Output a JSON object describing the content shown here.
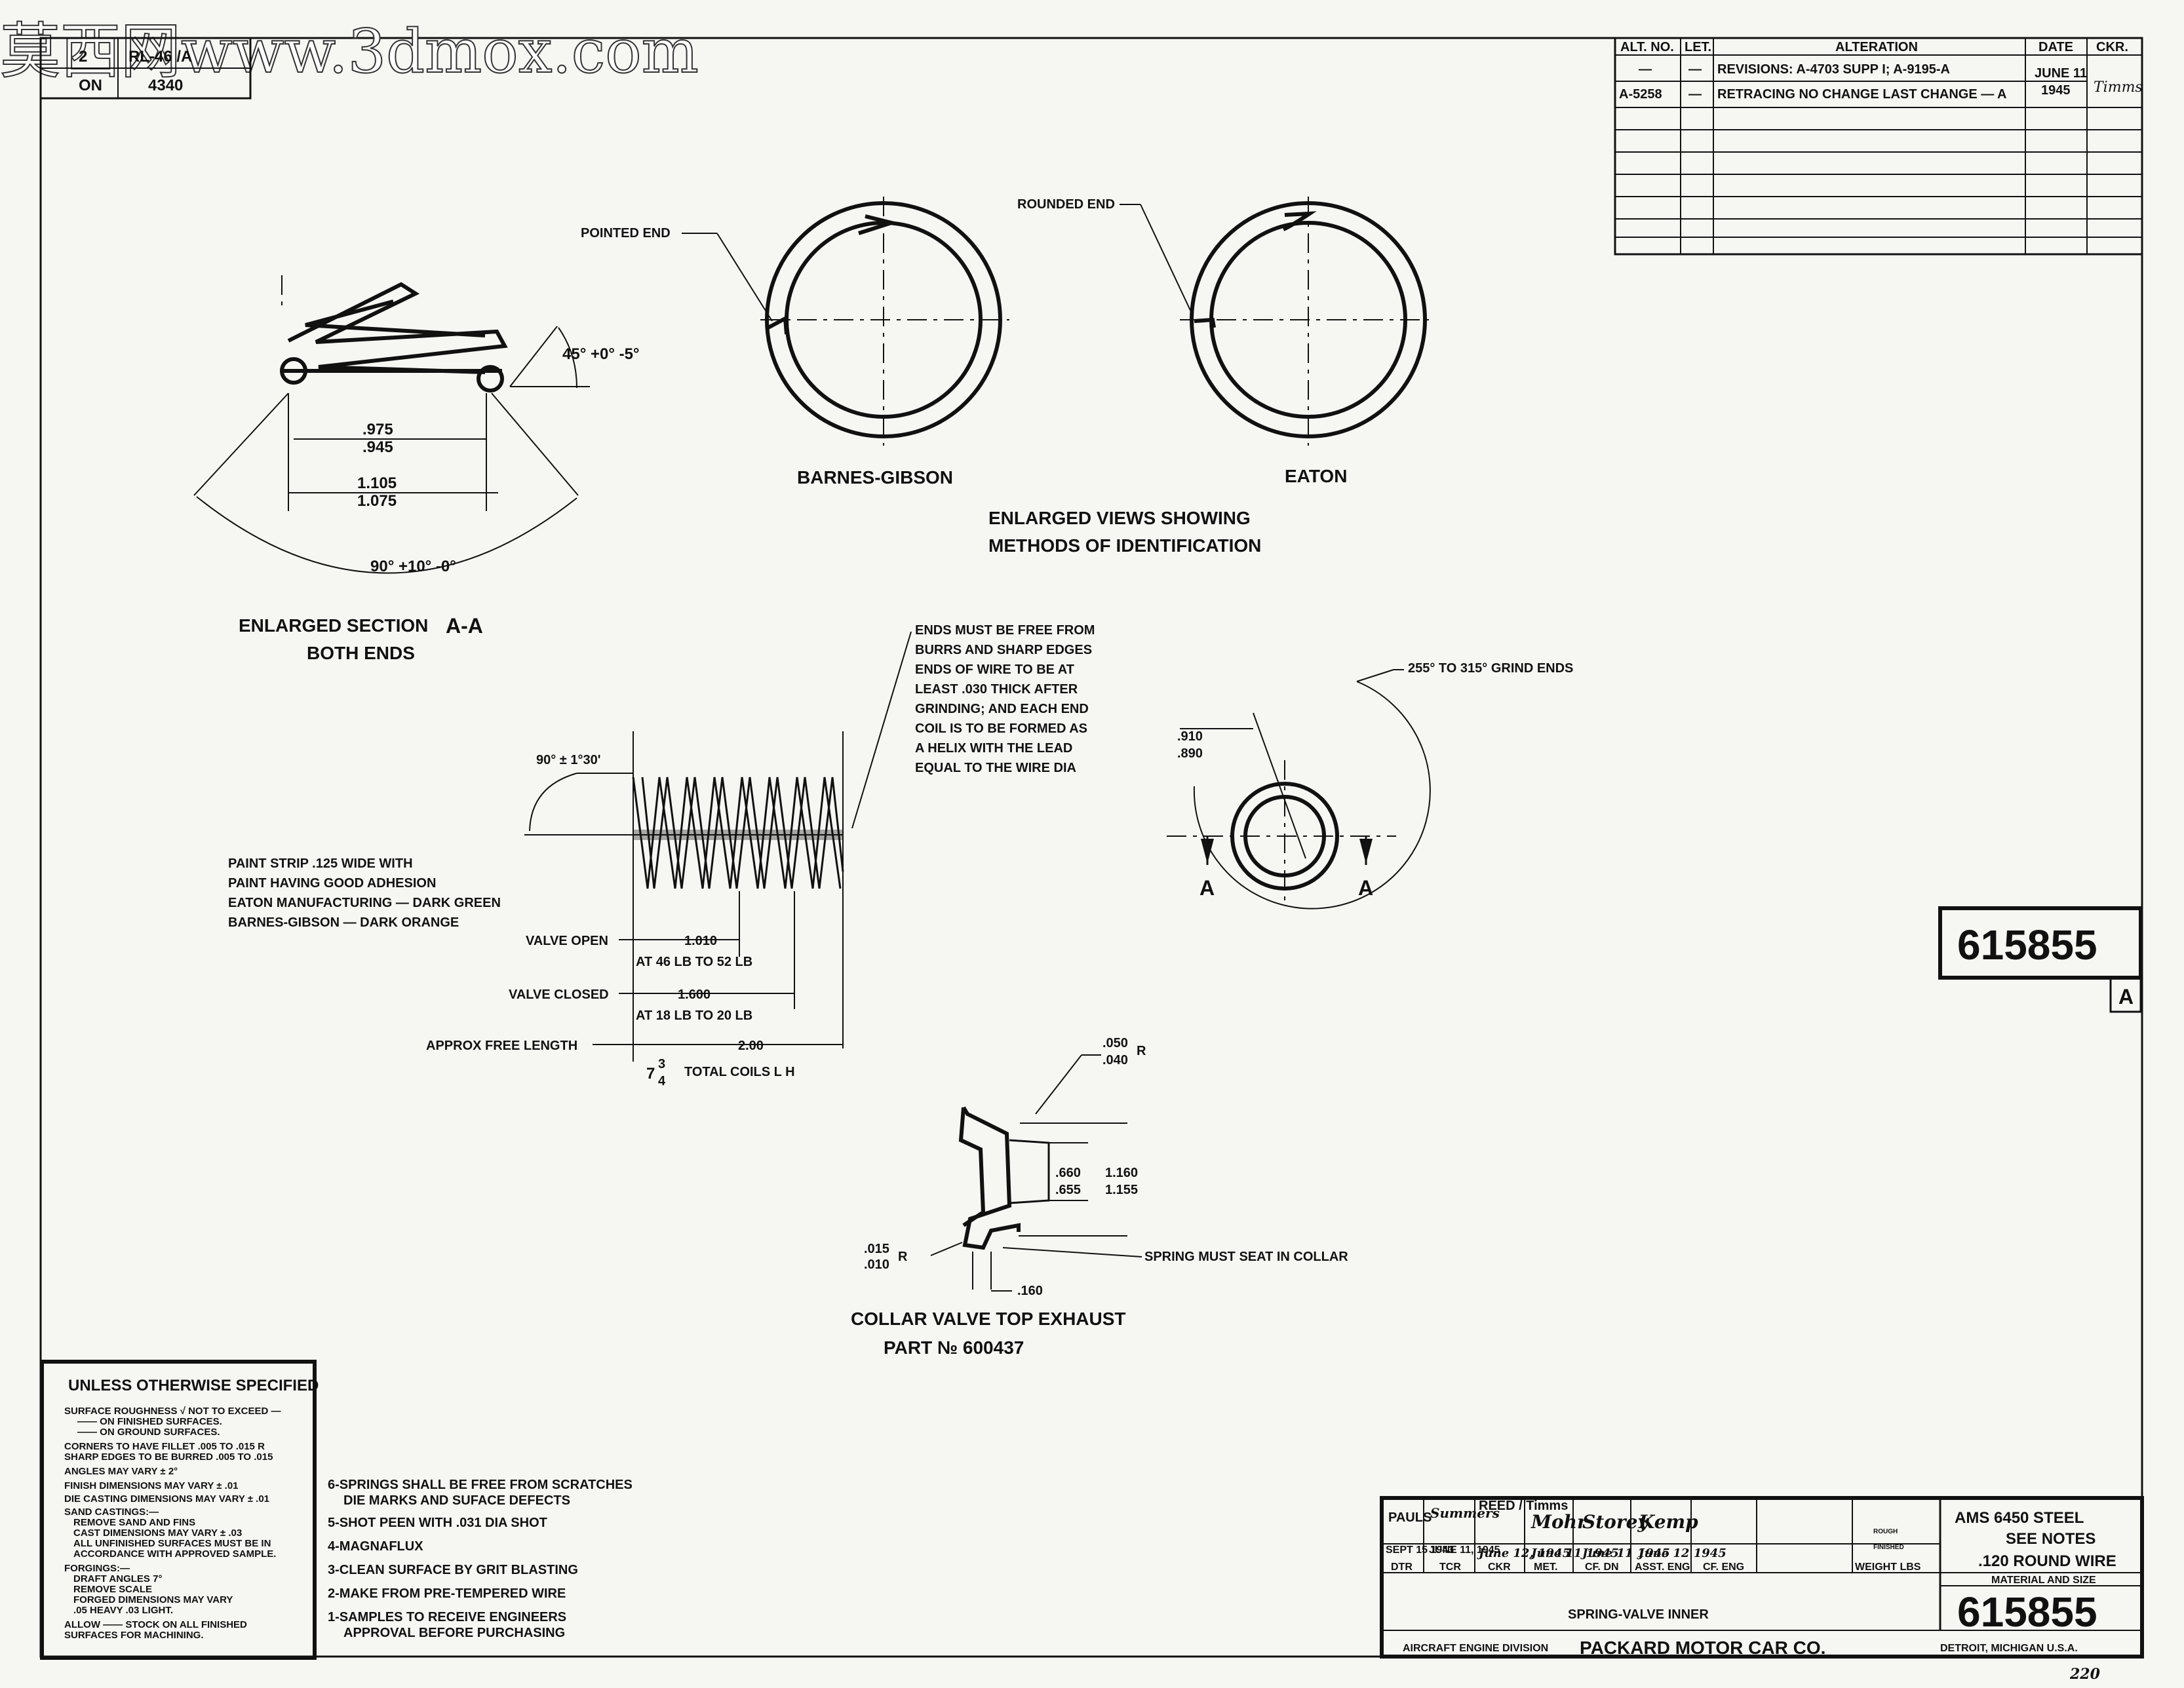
{
  "watermark": "莫西网www.3dmox.com",
  "corner_box": {
    "row1_left": "2",
    "row1_right": "RL-46 /A",
    "row2_left": "ON",
    "row2_right": "4340"
  },
  "revision_table": {
    "headers": [
      "ALT. NO.",
      "LET.",
      "ALTERATION",
      "DATE",
      "CKR."
    ],
    "rows": [
      {
        "alt": "—",
        "let": "—",
        "alteration": "REVISIONS: A-4703 SUPP I; A-9195-A",
        "date": "JUNE 11",
        "ckr": "Timms"
      },
      {
        "alt": "A-5258",
        "let": "—",
        "alteration": "RETRACING NO CHANGE LAST CHANGE — A",
        "date": "1945",
        "ckr": ""
      }
    ]
  },
  "section_aa": {
    "dim_inner_top": ".975",
    "dim_inner_bot": ".945",
    "dim_outer_top": "1.105",
    "dim_outer_bot": "1.075",
    "angle_45": "45° +0° -5°",
    "angle_90": "90° +10° -0°",
    "title": "ENLARGED SECTION",
    "title_suffix": "A-A",
    "subtitle": "BOTH ENDS"
  },
  "id_views": {
    "pointed_end": "POINTED END",
    "rounded_end": "ROUNDED END",
    "barnes_gibson": "BARNES-GIBSON",
    "eaton": "EATON",
    "caption_1": "ENLARGED VIEWS SHOWING",
    "caption_2": "METHODS OF IDENTIFICATION"
  },
  "ends_note": [
    "ENDS MUST BE FREE FROM",
    "BURRS AND SHARP EDGES",
    "ENDS OF WIRE TO BE AT",
    "LEAST .030 THICK AFTER",
    "GRINDING; AND EACH END",
    "COIL IS TO BE FORMED AS",
    "A HELIX WITH THE LEAD",
    "EQUAL TO THE WIRE DIA"
  ],
  "spring_view": {
    "angle": "90° ± 1°30'",
    "paint_note": [
      "PAINT STRIP .125 WIDE WITH",
      "PAINT HAVING GOOD ADHESION",
      "EATON MANUFACTURING — DARK GREEN",
      "BARNES-GIBSON — DARK ORANGE"
    ],
    "valve_open": "VALVE OPEN",
    "valve_open_len": "1.010",
    "valve_open_load": "AT 46 LB TO 52 LB",
    "valve_closed": "VALVE CLOSED",
    "valve_closed_len": "1.600",
    "valve_closed_load": "AT 18 LB TO 20 LB",
    "free_length": "APPROX FREE LENGTH",
    "free_length_val": "2.00",
    "coils_whole": "7",
    "coils_num": "3",
    "coils_den": "4",
    "coils_text": "TOTAL COILS L H"
  },
  "end_view": {
    "grind": "255° TO 315° GRIND ENDS",
    "dia_top": ".910",
    "dia_bot": ".890",
    "section_mark": "A"
  },
  "collar": {
    "r_top": ".050",
    "r_bot": ".040",
    "r_suffix": "R",
    "bore_top": ".660",
    "bore_bot": ".655",
    "od_top": "1.160",
    "od_bot": "1.155",
    "small_r_top": ".015",
    "small_r_bot": ".010",
    "width": ".160",
    "seat_note": "SPRING MUST SEAT IN COLLAR",
    "title": "COLLAR VALVE TOP EXHAUST",
    "part": "PART № 600437"
  },
  "part_number": "615855",
  "part_letter": "A",
  "general_notes": {
    "title": "UNLESS OTHERWISE SPECIFIED",
    "lines": [
      "SURFACE ROUGHNESS √ NOT TO EXCEED —",
      "—— ON FINISHED SURFACES.",
      "—— ON GROUND SURFACES.",
      "CORNERS TO HAVE FILLET .005 TO .015 R",
      "SHARP EDGES TO BE BURRED .005 TO .015",
      "ANGLES MAY VARY ± 2°",
      "FINISH DIMENSIONS MAY VARY ± .01",
      "DIE CASTING DIMENSIONS MAY VARY ± .01",
      "SAND CASTINGS:—",
      "REMOVE SAND AND FINS",
      "CAST DIMENSIONS MAY VARY ± .03",
      "ALL UNFINISHED SURFACES MUST BE IN",
      "ACCORDANCE WITH APPROVED SAMPLE.",
      "FORGINGS:—",
      "DRAFT ANGLES 7°",
      "REMOVE SCALE",
      "FORGED DIMENSIONS MAY VARY",
      ".05 HEAVY .03 LIGHT.",
      "ALLOW —— STOCK ON ALL FINISHED",
      "SURFACES FOR MACHINING."
    ]
  },
  "numbered_notes": [
    "6-SPRINGS SHALL BE FREE FROM SCRATCHES",
    "DIE MARKS AND SUFACE DEFECTS",
    "5-SHOT PEEN WITH .031 DIA SHOT",
    "4-MAGNAFLUX",
    "3-CLEAN SURFACE BY GRIT BLASTING",
    "2-MAKE FROM PRE-TEMPERED WIRE",
    "1-SAMPLES TO RECEIVE ENGINEERS",
    "APPROVAL BEFORE PURCHASING"
  ],
  "title_block": {
    "sig_row1": [
      "PAULS",
      "Summers",
      "REED / Timms",
      "Mohr",
      "Storey",
      "Kemp",
      "",
      "",
      ""
    ],
    "date_row": [
      "SEPT 15 1943",
      "JUNE 11, 1945",
      "June 12, 1945",
      "June 11 1945",
      "June 11 1945",
      "June 12 1945",
      "",
      "",
      ""
    ],
    "roles": [
      "DTR",
      "TCR",
      "CKR",
      "MET.",
      "CF. DN",
      "ASST. ENG",
      "CF. ENG",
      "WEIGHT LBS"
    ],
    "small_labels": [
      "ROUGH",
      "FINISHED"
    ],
    "material": [
      "AMS   6450   STEEL",
      "SEE NOTES",
      ".120 ROUND WIRE"
    ],
    "material_label": "MATERIAL AND SIZE",
    "part_name": "SPRING-VALVE INNER",
    "division": "AIRCRAFT ENGINE DIVISION",
    "company": "PACKARD MOTOR CAR CO.",
    "location": "DETROIT, MICHIGAN  U.S.A.",
    "sheet_mark": "220"
  }
}
